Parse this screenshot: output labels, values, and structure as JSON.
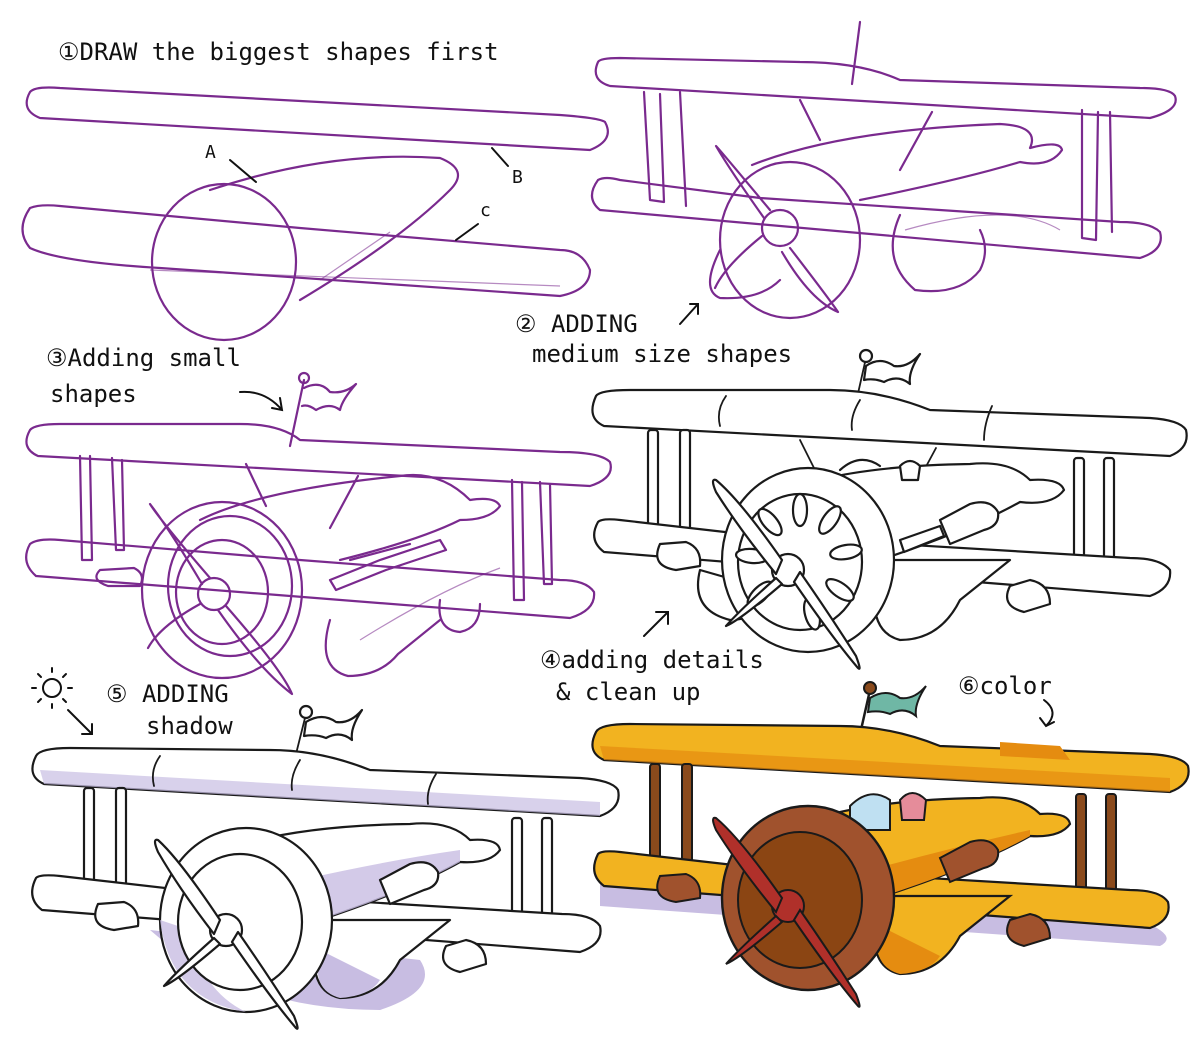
{
  "steps": [
    {
      "label": "①DRAW the biggest shapes first"
    },
    {
      "label": "② ADDING",
      "label2": "medium size shapes"
    },
    {
      "label": "③Adding small",
      "label2": "shapes"
    },
    {
      "label": "④adding details",
      "label2": "& clean up"
    },
    {
      "label": "⑤ ADDING",
      "label2": "shadow"
    },
    {
      "label": "⑥color"
    }
  ],
  "annotations": {
    "a": "A",
    "b": "B",
    "c": "c"
  },
  "colors": {
    "sketch": "#7a2a8e",
    "ink": "#1a1a1a",
    "shadow": "#c8bde2",
    "wing_yellow": "#f2b320",
    "wing_orange": "#e58c10",
    "engine_brown": "#a0522d",
    "propeller_red": "#b0302a",
    "flag_teal": "#6fb7a5",
    "strut_brown": "#8a4a1c"
  }
}
